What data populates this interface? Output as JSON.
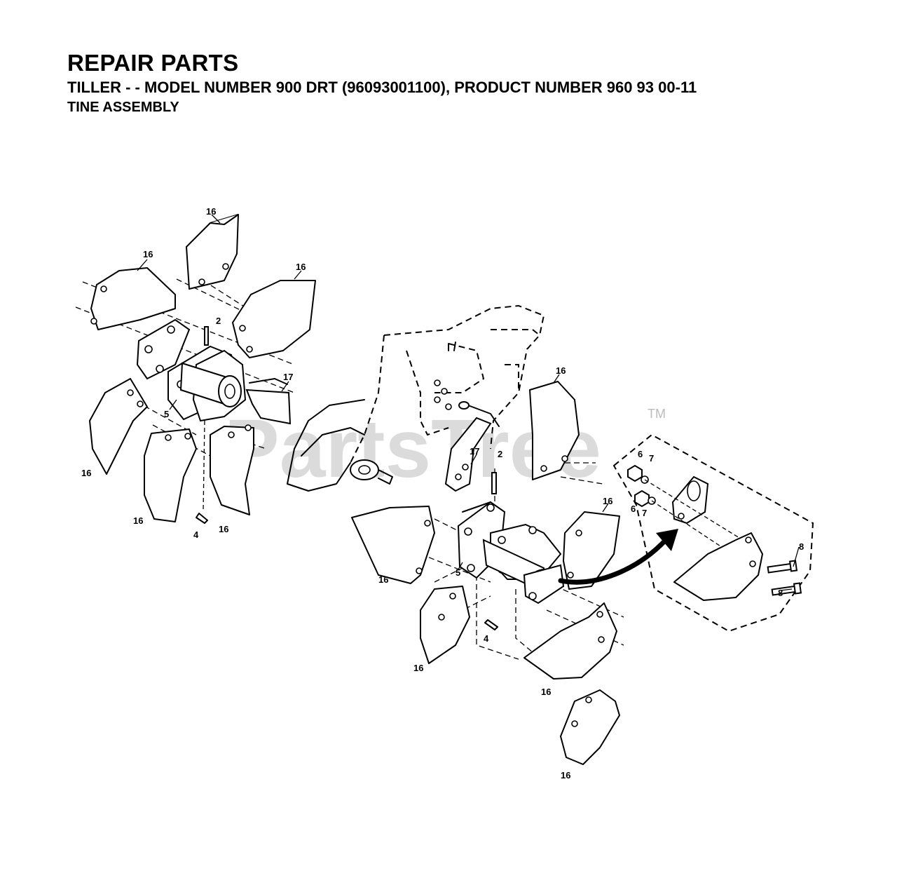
{
  "header": {
    "title": "REPAIR PARTS",
    "subtitle": "TILLER - - MODEL NUMBER 900 DRT (96093001100), PRODUCT NUMBER 960 93 00-11",
    "section": "TINE ASSEMBLY"
  },
  "watermark": {
    "text": "PartsTree",
    "trademark": "TM"
  },
  "callouts": {
    "c1": "16",
    "c2": "16",
    "c3": "16",
    "c4": "2",
    "c5": "17",
    "c6": "5",
    "c7": "16",
    "c8": "16",
    "c9": "16",
    "c10": "4",
    "c11": "16",
    "c12": "17",
    "c13": "2",
    "c14": "6",
    "c15": "7",
    "c16": "6",
    "c17": "7",
    "c18": "16",
    "c19": "16",
    "c20": "5",
    "c21": "8",
    "c22": "8",
    "c23": "16",
    "c24": "4",
    "c25": "16",
    "c26": "16"
  }
}
